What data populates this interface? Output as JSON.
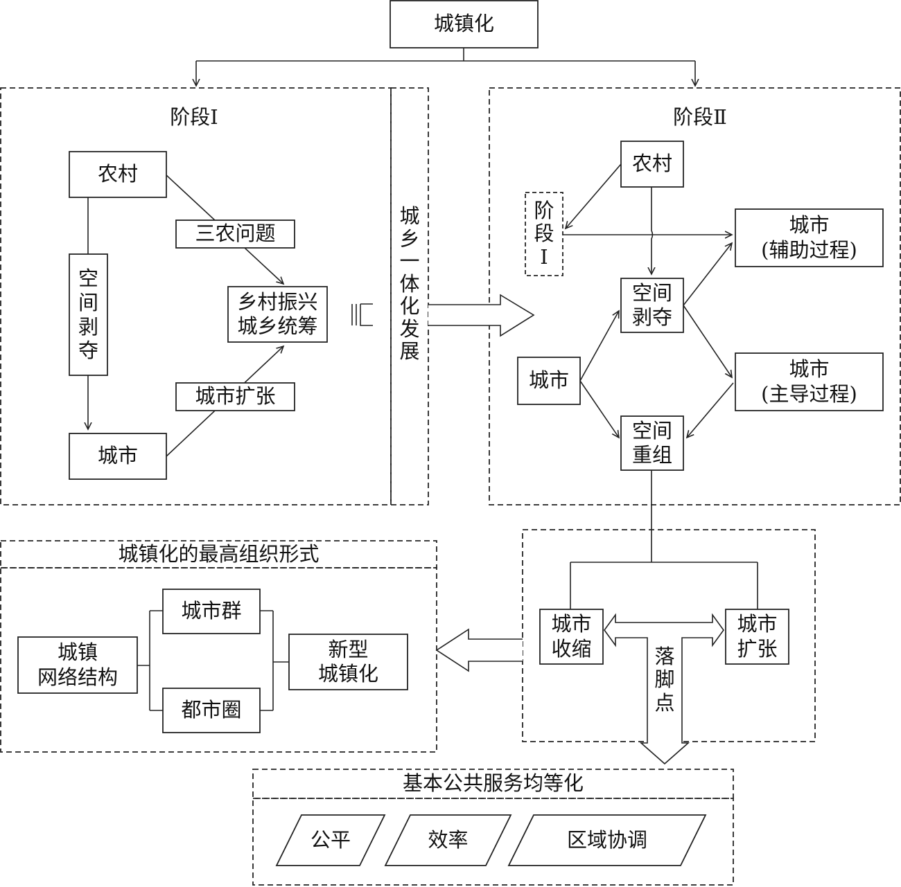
{
  "root": "城镇化",
  "stage1": {
    "title": "阶段Ⅰ",
    "rural": "农村",
    "city": "城市",
    "space_deprivation": "空间剥夺",
    "sannong": "三农问题",
    "city_expansion": "城市扩张",
    "revitalization": "乡村振兴\n城乡统筹"
  },
  "integration": "城乡一体化发展",
  "stage2": {
    "title": "阶段Ⅱ",
    "rural": "农村",
    "stage1_ref": "阶段Ⅰ",
    "city_auxiliary": "城市\n(辅助过程)",
    "space_deprivation": "空间\n剥夺",
    "city": "城市",
    "city_dominant": "城市\n(主导过程)",
    "space_reorganization": "空间\n重组"
  },
  "highest_form": {
    "title": "城镇化的最高组织形式",
    "network": "城镇\n网络结构",
    "agglomeration": "城市群",
    "metro_circle": "都市圈",
    "new_urbanization": "新型\n城镇化"
  },
  "outcome": {
    "shrink": "城市\n收缩",
    "expand": "城市\n扩张",
    "foothold": "落脚点"
  },
  "public_service": {
    "title": "基本公共服务均等化",
    "items": [
      "公平",
      "效率",
      "区域协调"
    ]
  }
}
